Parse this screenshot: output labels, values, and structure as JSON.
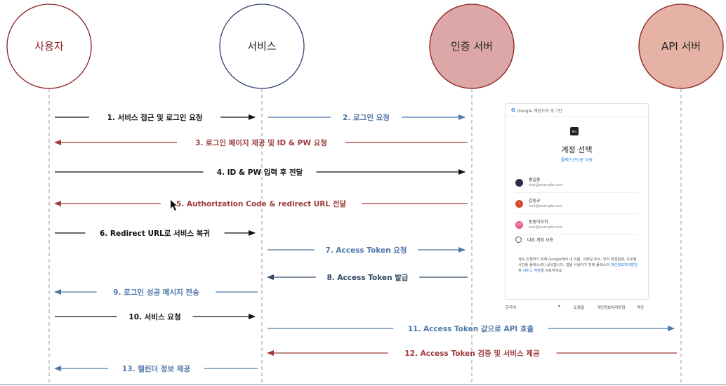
{
  "actors": [
    {
      "label": "사용자",
      "fill": "#ffffff",
      "stroke": "#8a1c1c",
      "text": "#8a1c1c"
    },
    {
      "label": "서비스",
      "fill": "#ffffff",
      "stroke": "#2f3f6e",
      "text": "#222222"
    },
    {
      "label": "인증 서버",
      "fill": "#dda7a7",
      "stroke": "#8a1c1c",
      "text": "#222222"
    },
    {
      "label": "API 서버",
      "fill": "#e6b2a6",
      "stroke": "#8a1c1c",
      "text": "#222222"
    }
  ],
  "colors": {
    "black": "#111111",
    "red": "#9e3c3c",
    "blue": "#4f77a8",
    "navy": "#2f4866",
    "lifeline": "#9a9a9a"
  },
  "messages": [
    {
      "label": "1. 서비스 접근 및 로그인 요청",
      "from": 0,
      "to": 1,
      "color": "black"
    },
    {
      "label": "2. 로그인 요청",
      "from": 1,
      "to": 2,
      "color": "blue"
    },
    {
      "label": "3. 로그인 페이지 제공 및 ID & PW 요청",
      "from": 2,
      "to": 0,
      "color": "red"
    },
    {
      "label": "4. ID & PW 입력 후 전달",
      "from": 0,
      "to": 2,
      "color": "black"
    },
    {
      "label": "5. Authorization Code & redirect URL 전달",
      "from": 2,
      "to": 0,
      "color": "red"
    },
    {
      "label": "6. Redirect URL로 서비스 복귀",
      "from": 0,
      "to": 1,
      "color": "black"
    },
    {
      "label": "7. Access Token 요청",
      "from": 1,
      "to": 2,
      "color": "blue"
    },
    {
      "label": "8. Access Token 발급",
      "from": 2,
      "to": 1,
      "color": "navy"
    },
    {
      "label": "9. 로그인 성공 메시지 전송",
      "from": 1,
      "to": 0,
      "color": "blue"
    },
    {
      "label": "10. 서비스 요청",
      "from": 0,
      "to": 1,
      "color": "black"
    },
    {
      "label": "11. Access Token 값으로 API 호출",
      "from": 1,
      "to": 3,
      "color": "blue"
    },
    {
      "label": "12. Access Token 검증 및 서비스 제공",
      "from": 3,
      "to": 1,
      "color": "red"
    },
    {
      "label": "13. 캘린더 정보 제공",
      "from": 1,
      "to": 0,
      "color": "blue"
    }
  ],
  "login_card": {
    "header": "Google 계정으로 로그인",
    "logo_text": "Rer",
    "title": "계정 선택",
    "subtitle": "플렉스(으)로 이동",
    "accounts": [
      {
        "name": "홍길동",
        "email": "test@example.com",
        "avatar_color": "#2e2a4a",
        "avatar_text": ""
      },
      {
        "name": "김동규",
        "email": "test@example.com",
        "avatar_color": "#d9452b",
        "avatar_text": "ㄱ"
      },
      {
        "name": "동동이부하",
        "email": "test@example.com",
        "avatar_color": "#e8578a",
        "avatar_text": "동동"
      }
    ],
    "other_account": "다른 계정 사용",
    "consent_text": "계속 진행하기 위해 Google에서 내 이름, 이메일 주소, 언어 환경설정, 프로필 사진을 플렉스(와) 공유합니다. 앱을 사용하기 전에 플렉스의",
    "privacy_link": "개인정보처리방침",
    "consent_mid": "및",
    "terms_link": "서비스 약관",
    "consent_end": "을 검토하세요."
  },
  "login_footer": {
    "language": "한국어",
    "dropdown_icon": "▾",
    "help": "도움말",
    "privacy": "개인정보처리방침",
    "terms": "약관"
  }
}
